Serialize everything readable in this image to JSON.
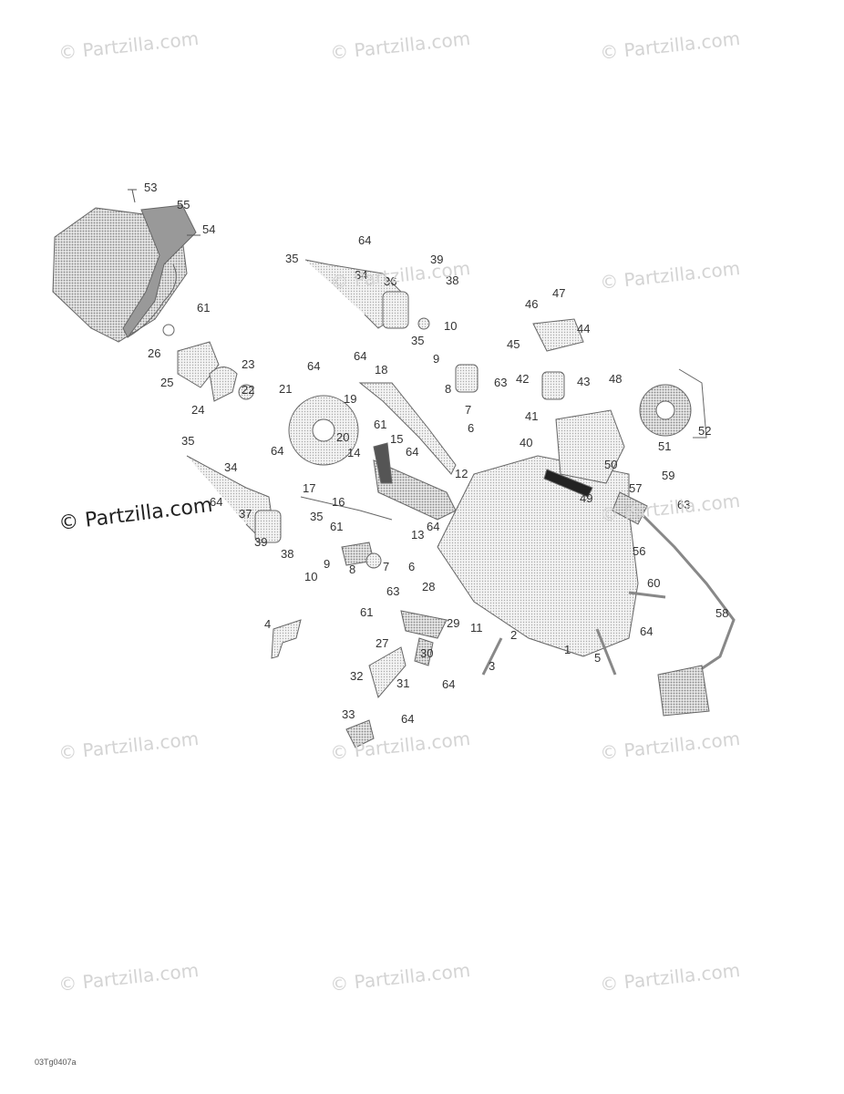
{
  "watermark": "© Partzilla.com",
  "diagram": {
    "callouts": [
      "53",
      "55",
      "54",
      "35",
      "64",
      "39",
      "34",
      "36",
      "38",
      "10",
      "61",
      "35",
      "64",
      "9",
      "26",
      "25",
      "23",
      "24",
      "22",
      "21",
      "64",
      "18",
      "8",
      "63",
      "7",
      "6",
      "46",
      "47",
      "44",
      "45",
      "42",
      "43",
      "48",
      "41",
      "40",
      "19",
      "20",
      "61",
      "14",
      "15",
      "64",
      "12",
      "17",
      "16",
      "61",
      "13",
      "64",
      "35",
      "64",
      "34",
      "37",
      "64",
      "39",
      "38",
      "35",
      "10",
      "9",
      "8",
      "7",
      "6",
      "63",
      "52",
      "51",
      "50",
      "49",
      "57",
      "59",
      "63",
      "56",
      "60",
      "58",
      "28",
      "29",
      "11",
      "2",
      "1",
      "61",
      "27",
      "30",
      "31",
      "64",
      "32",
      "33",
      "64",
      "4",
      "3",
      "5",
      "64"
    ],
    "drawing_code": "03Tg0407a"
  }
}
